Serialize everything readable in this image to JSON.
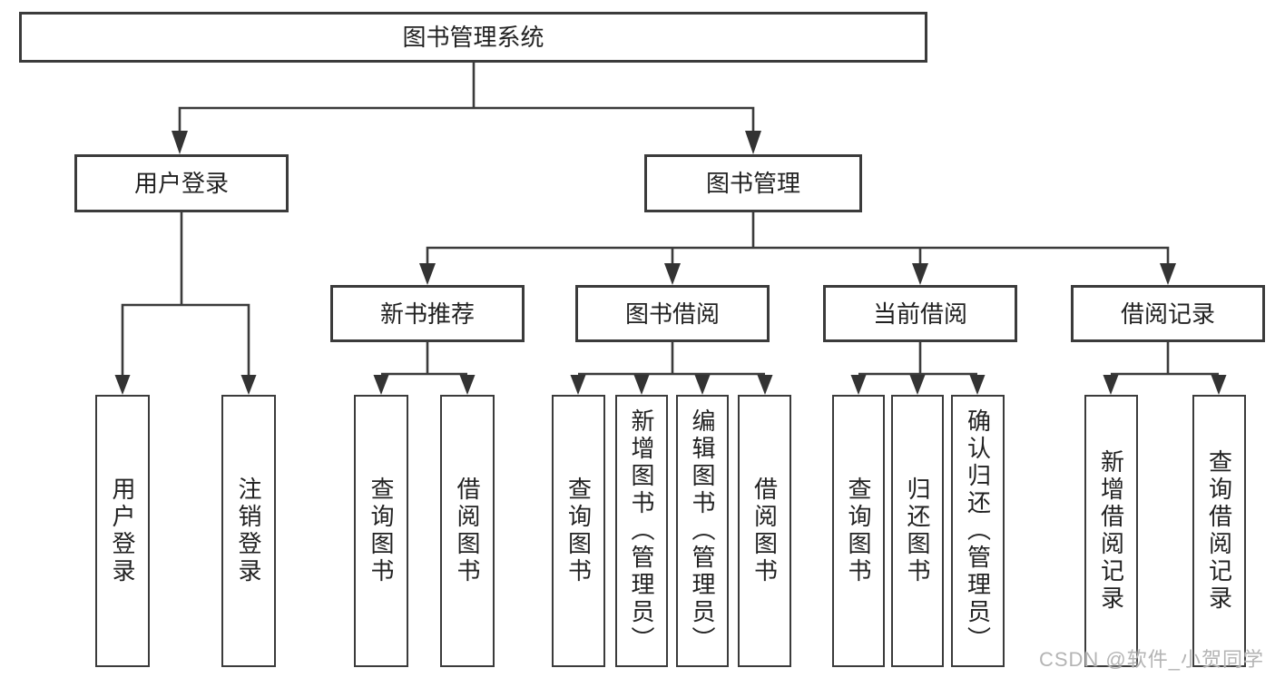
{
  "diagram": {
    "title": "图书管理系统",
    "watermark": "CSDN @软件_小贺同学",
    "colors": {
      "background": "#ffffff",
      "line": "#3b3b3b",
      "text": "#222222",
      "watermark": "#b4b4b4"
    },
    "nodes": {
      "root": "图书管理系统",
      "user_login": "用户登录",
      "book_mgmt": "图书管理",
      "new_books": "新书推荐",
      "book_borrow": "图书借阅",
      "current_borrow": "当前借阅",
      "borrow_records": "借阅记录",
      "leaf_user_login": "用户登录",
      "leaf_logout": "注销登录",
      "leaf_new_query": "查询图书",
      "leaf_new_borrow": "借阅图书",
      "leaf_borrow_query": "查询图书",
      "leaf_borrow_add": "新增图书（管理员）",
      "leaf_borrow_edit": "编辑图书（管理员）",
      "leaf_borrow_borrow": "借阅图书",
      "leaf_current_query": "查询图书",
      "leaf_current_return": "归还图书",
      "leaf_current_confirm": "确认归还（管理员）",
      "leaf_records_add": "新增借阅记录",
      "leaf_records_query": "查询借阅记录"
    },
    "hierarchy": {
      "label": "图书管理系统",
      "children": [
        {
          "label": "用户登录",
          "children": [
            {
              "label": "用户登录"
            },
            {
              "label": "注销登录"
            }
          ]
        },
        {
          "label": "图书管理",
          "children": [
            {
              "label": "新书推荐",
              "children": [
                {
                  "label": "查询图书"
                },
                {
                  "label": "借阅图书"
                }
              ]
            },
            {
              "label": "图书借阅",
              "children": [
                {
                  "label": "查询图书"
                },
                {
                  "label": "新增图书（管理员）"
                },
                {
                  "label": "编辑图书（管理员）"
                },
                {
                  "label": "借阅图书"
                }
              ]
            },
            {
              "label": "当前借阅",
              "children": [
                {
                  "label": "查询图书"
                },
                {
                  "label": "归还图书"
                },
                {
                  "label": "确认归还（管理员）"
                }
              ]
            },
            {
              "label": "借阅记录",
              "children": [
                {
                  "label": "新增借阅记录"
                },
                {
                  "label": "查询借阅记录"
                }
              ]
            }
          ]
        }
      ]
    }
  }
}
